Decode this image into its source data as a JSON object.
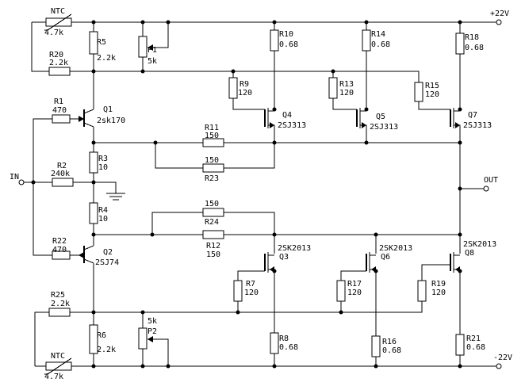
{
  "rails": {
    "pos": "+22V",
    "neg": "-22V"
  },
  "ports": {
    "in": "IN",
    "out": "OUT"
  },
  "resistors": {
    "R1": {
      "ref": "R1",
      "value": "470"
    },
    "R2": {
      "ref": "R2",
      "value": "240k"
    },
    "R3": {
      "ref": "R3",
      "value": "10"
    },
    "R4": {
      "ref": "R4",
      "value": "10"
    },
    "R5": {
      "ref": "R5",
      "value": "2.2k"
    },
    "R6": {
      "ref": "R6",
      "value": "2.2k"
    },
    "R7": {
      "ref": "R7",
      "value": "120"
    },
    "R8": {
      "ref": "R8",
      "value": "0.68"
    },
    "R9": {
      "ref": "R9",
      "value": "120"
    },
    "R10": {
      "ref": "R10",
      "value": "0.68"
    },
    "R11": {
      "ref": "R11",
      "value": "150"
    },
    "R12": {
      "ref": "R12",
      "value": "150"
    },
    "R13": {
      "ref": "R13",
      "value": "120"
    },
    "R14": {
      "ref": "R14",
      "value": "0.68"
    },
    "R15": {
      "ref": "R15",
      "value": "120"
    },
    "R16": {
      "ref": "R16",
      "value": "0.68"
    },
    "R17": {
      "ref": "R17",
      "value": "120"
    },
    "R18": {
      "ref": "R18",
      "value": "0.68"
    },
    "R19": {
      "ref": "R19",
      "value": "120"
    },
    "R20": {
      "ref": "R20",
      "value": "2.2k"
    },
    "R21": {
      "ref": "R21",
      "value": "0.68"
    },
    "R22": {
      "ref": "R22",
      "value": "470"
    },
    "R23": {
      "ref": "R23",
      "value": "150"
    },
    "R24": {
      "ref": "R24",
      "value": "150"
    },
    "R25": {
      "ref": "R25",
      "value": "2.2k"
    }
  },
  "pots": {
    "P1": {
      "ref": "P1",
      "value": "5k"
    },
    "P2": {
      "ref": "P2",
      "value": "5k"
    }
  },
  "ntc": {
    "top": {
      "ref": "NTC",
      "value": "4.7k"
    },
    "bottom": {
      "ref": "NTC",
      "value": "4.7k"
    }
  },
  "transistors": {
    "Q1": {
      "ref": "Q1",
      "part": "2sk170"
    },
    "Q2": {
      "ref": "Q2",
      "part": "2SJ74"
    },
    "Q3": {
      "ref": "Q3",
      "part": "2SK2013"
    },
    "Q4": {
      "ref": "Q4",
      "part": "2SJ313"
    },
    "Q5": {
      "ref": "Q5",
      "part": "2SJ313"
    },
    "Q6": {
      "ref": "Q6",
      "part": "2SK2013"
    },
    "Q7": {
      "ref": "Q7",
      "part": "2SJ313"
    },
    "Q8": {
      "ref": "Q8",
      "part": "2SK2013"
    }
  },
  "colors": {
    "ink": "#000000",
    "paper": "#ffffff"
  }
}
